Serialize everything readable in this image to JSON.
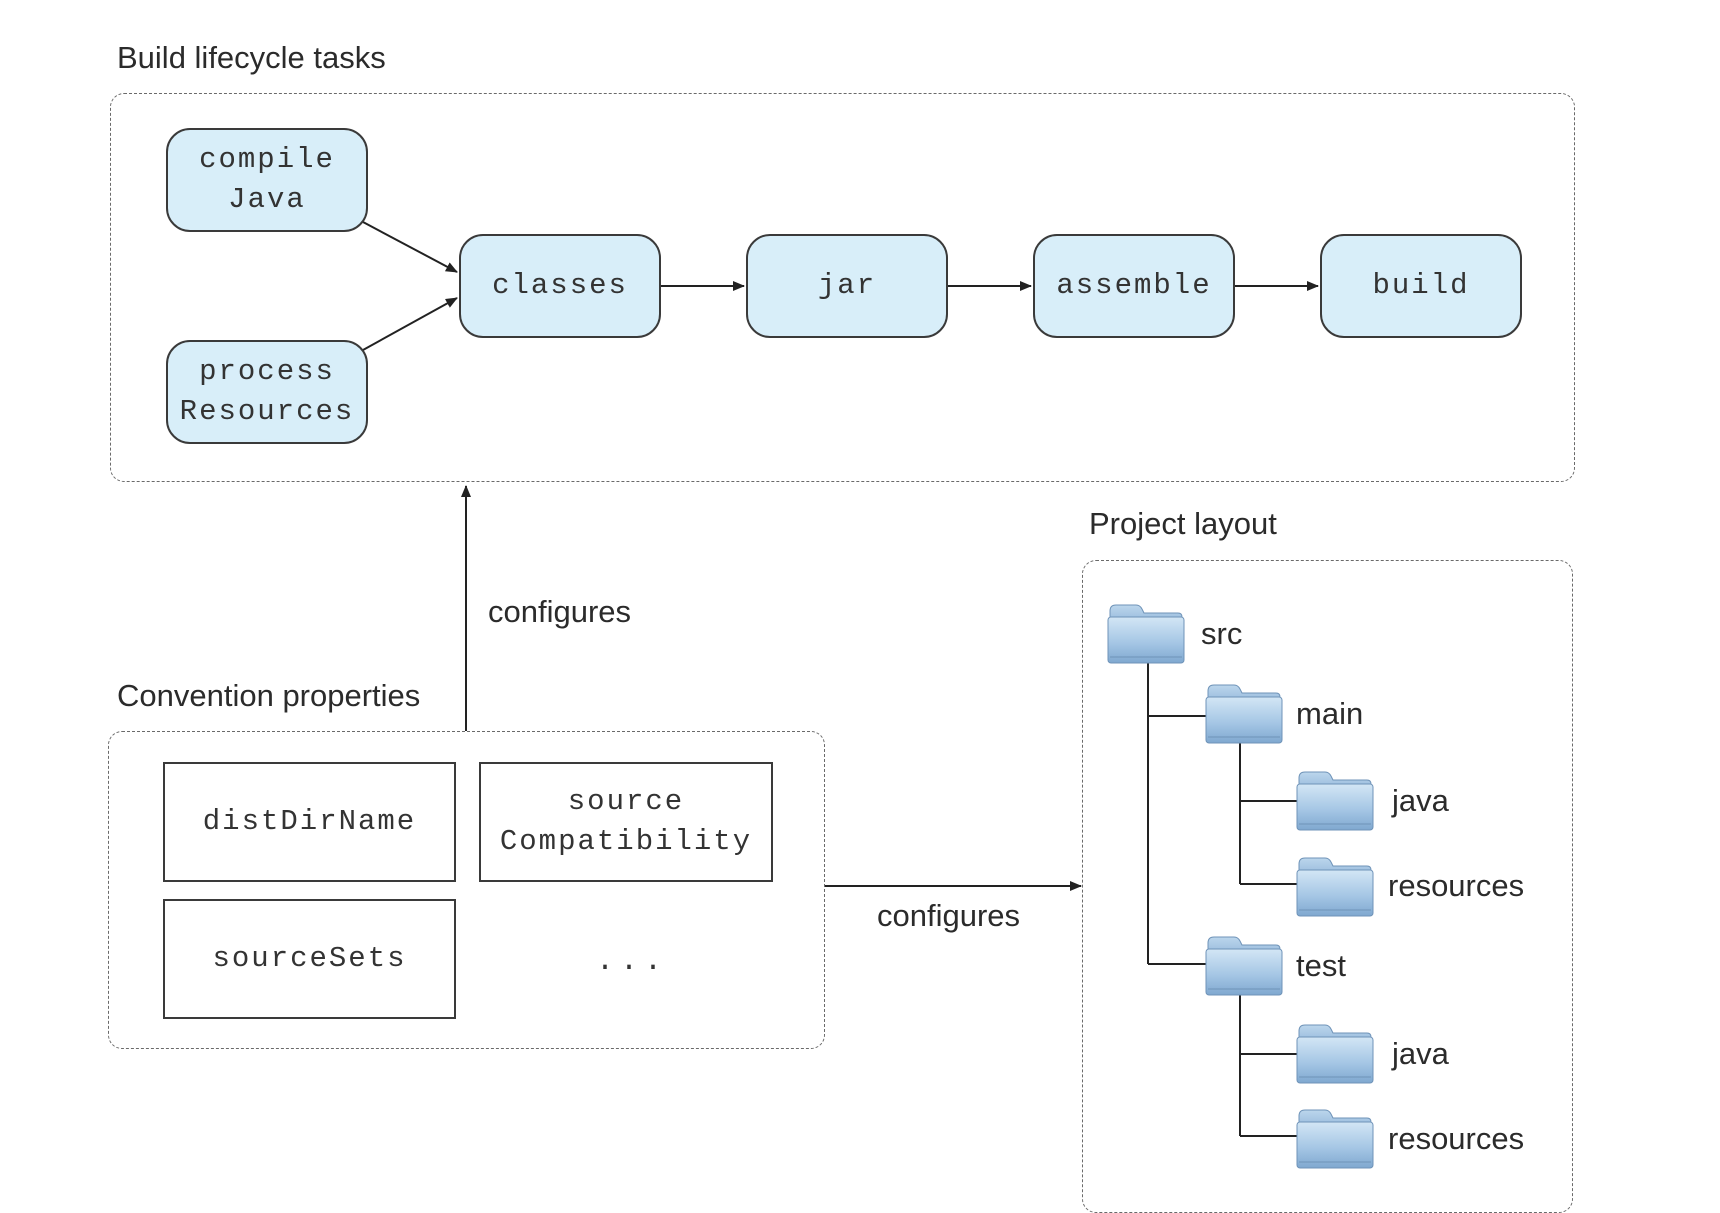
{
  "lifecycle": {
    "title": "Build lifecycle tasks",
    "tasks": {
      "compile_java": "compile\nJava",
      "process_resources": "process\nResources",
      "classes": "classes",
      "jar": "jar",
      "assemble": "assemble",
      "build": "build"
    }
  },
  "conventions": {
    "title": "Convention properties",
    "props": {
      "dist_dir_name": "distDirName",
      "source_compatibility": "source\nCompatibility",
      "source_sets": "sourceSets",
      "more": "..."
    }
  },
  "edges": {
    "configures_tasks": "configures",
    "configures_layout": "configures"
  },
  "layout": {
    "title": "Project layout",
    "folders": {
      "src": "src",
      "main": "main",
      "main_java": "java",
      "main_resources": "resources",
      "test": "test",
      "test_java": "java",
      "test_resources": "resources"
    }
  },
  "colors": {
    "task_fill": "#d8eef9",
    "folder_fill": "#a9c9e6"
  }
}
